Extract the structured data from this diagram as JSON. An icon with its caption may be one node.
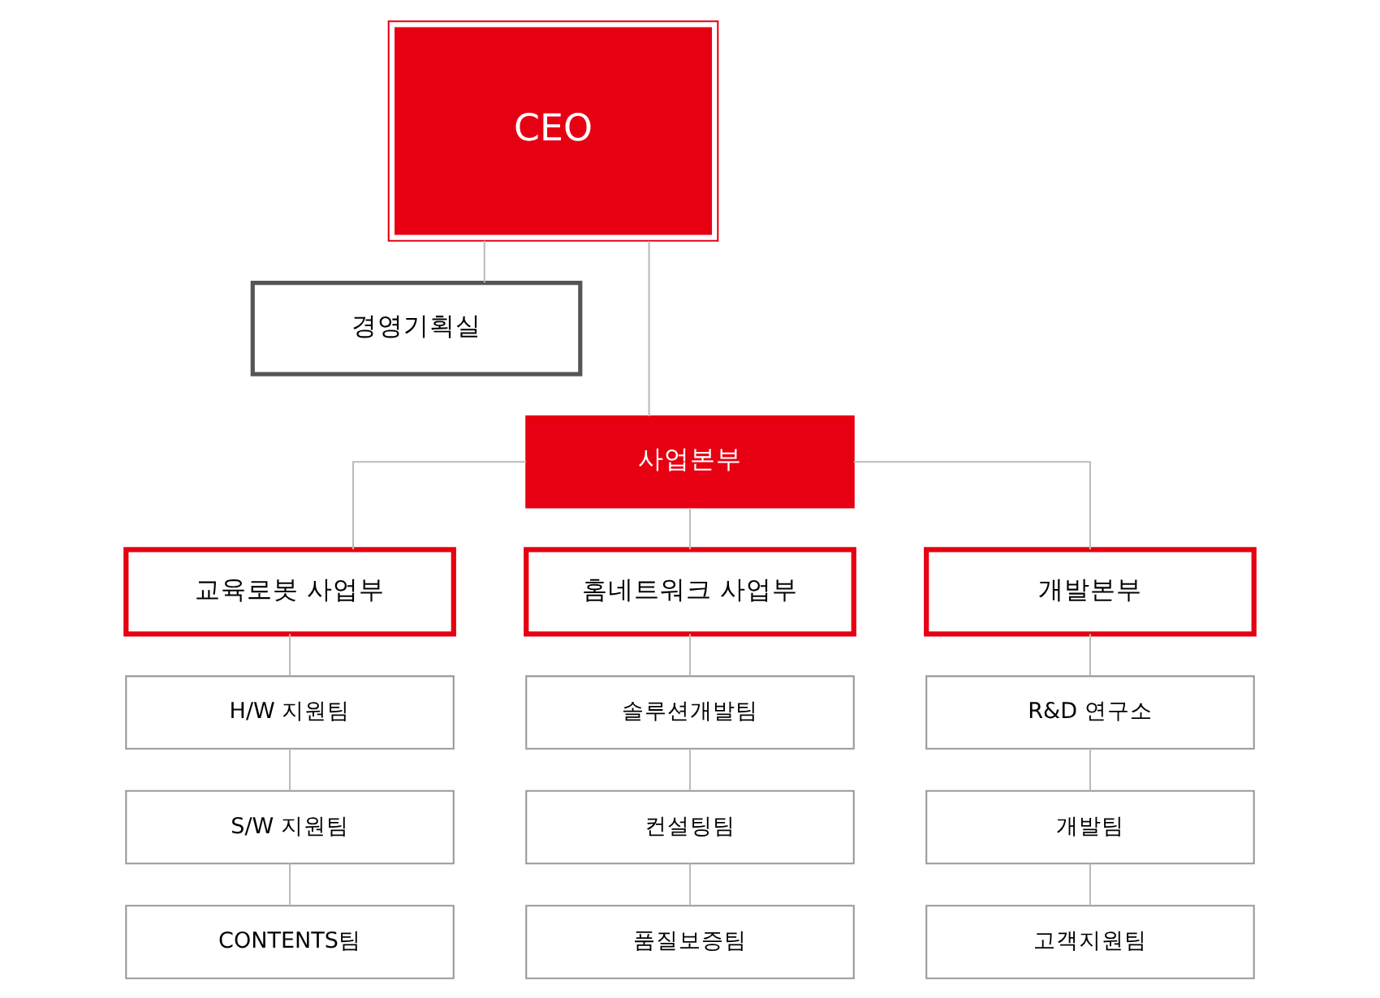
{
  "diagram": {
    "nodes": [
      {
        "text": [
          "CEO"
        ]
      },
      {
        "text": [
          "경영기획실"
        ]
      },
      {
        "text": [
          "사업본부"
        ]
      },
      {
        "text": [
          "교육로봇 사업부"
        ]
      },
      {
        "text": [
          "홈네트워크 사업부"
        ]
      },
      {
        "text": [
          "개발본부"
        ]
      },
      {
        "text": [
          "H/W 지원팀"
        ]
      },
      {
        "text": [
          "S/W 지원팀"
        ]
      },
      {
        "text": [
          "CONTENTS팀"
        ]
      },
      {
        "text": [
          "솔루션개발팀"
        ]
      },
      {
        "text": [
          "컨설팅팀"
        ]
      },
      {
        "text": [
          "품질보증팀"
        ]
      },
      {
        "text": [
          "R&D 연구소"
        ]
      },
      {
        "text": [
          "개발팀"
        ]
      },
      {
        "text": [
          "고객지원팀"
        ]
      }
    ],
    "edges": [
      {
        "from": 0,
        "to": 1,
        "arrow": "none"
      },
      {
        "from": 0,
        "to": 2,
        "arrow": "none"
      },
      {
        "from": 2,
        "to": 3,
        "arrow": "none"
      },
      {
        "from": 2,
        "to": 4,
        "arrow": "none"
      },
      {
        "from": 2,
        "to": 5,
        "arrow": "none"
      },
      {
        "from": 3,
        "to": 6,
        "arrow": "none"
      },
      {
        "from": 6,
        "to": 7,
        "arrow": "none"
      },
      {
        "from": 7,
        "to": 8,
        "arrow": "none"
      },
      {
        "from": 4,
        "to": 9,
        "arrow": "none"
      },
      {
        "from": 9,
        "to": 10,
        "arrow": "none"
      },
      {
        "from": 10,
        "to": 11,
        "arrow": "none"
      },
      {
        "from": 5,
        "to": 12,
        "arrow": "none"
      },
      {
        "from": 12,
        "to": 13,
        "arrow": "none"
      },
      {
        "from": 13,
        "to": 14,
        "arrow": "none"
      }
    ]
  }
}
